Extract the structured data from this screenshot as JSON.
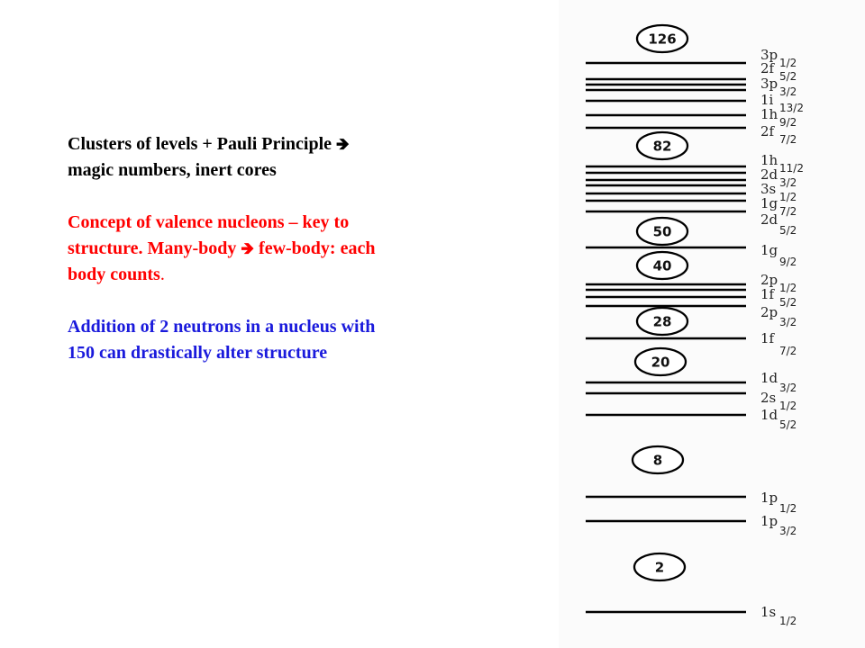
{
  "text": {
    "block1": {
      "line1": "Clusters of levels + Pauli Principle",
      "arrow": "🡺",
      "line2": "magic numbers, inert cores"
    },
    "block2": {
      "line1": "Concept of valence nucleons – key to",
      "line2a": "structure.  Many-body",
      "arrow": "🡺",
      "line2b": "few-body: each",
      "line3": "body counts",
      "line3_end": "."
    },
    "block3": {
      "line1": "Addition of 2 neutrons in a nucleus with",
      "line2": "150 can drastically alter structure"
    }
  },
  "colors": {
    "black": "#000000",
    "red": "#ff0000",
    "blue": "#1a1adc"
  },
  "diagram": {
    "magic_numbers": [
      "126",
      "82",
      "50",
      "40",
      "28",
      "20",
      "8",
      "2"
    ],
    "levels": [
      {
        "n": "3p",
        "j": "1/2"
      },
      {
        "n": "2f",
        "j": "5/2"
      },
      {
        "n": "3p",
        "j": "3/2"
      },
      {
        "n": "1i",
        "j": "13/2"
      },
      {
        "n": "1h",
        "j": "9/2"
      },
      {
        "n": "2f",
        "j": "7/2"
      },
      {
        "n": "1h",
        "j": "11/2"
      },
      {
        "n": "2d",
        "j": "3/2"
      },
      {
        "n": "3s",
        "j": "1/2"
      },
      {
        "n": "1g",
        "j": "7/2"
      },
      {
        "n": "2d",
        "j": "5/2"
      },
      {
        "n": "1g",
        "j": "9/2"
      },
      {
        "n": "2p",
        "j": "1/2"
      },
      {
        "n": "1f",
        "j": "5/2"
      },
      {
        "n": "2p",
        "j": "3/2"
      },
      {
        "n": "1f",
        "j": "7/2"
      },
      {
        "n": "1d",
        "j": "3/2"
      },
      {
        "n": "2s",
        "j": "1/2"
      },
      {
        "n": "1d",
        "j": "5/2"
      },
      {
        "n": "1p",
        "j": "1/2"
      },
      {
        "n": "1p",
        "j": "3/2"
      },
      {
        "n": "1s",
        "j": "1/2"
      }
    ]
  }
}
